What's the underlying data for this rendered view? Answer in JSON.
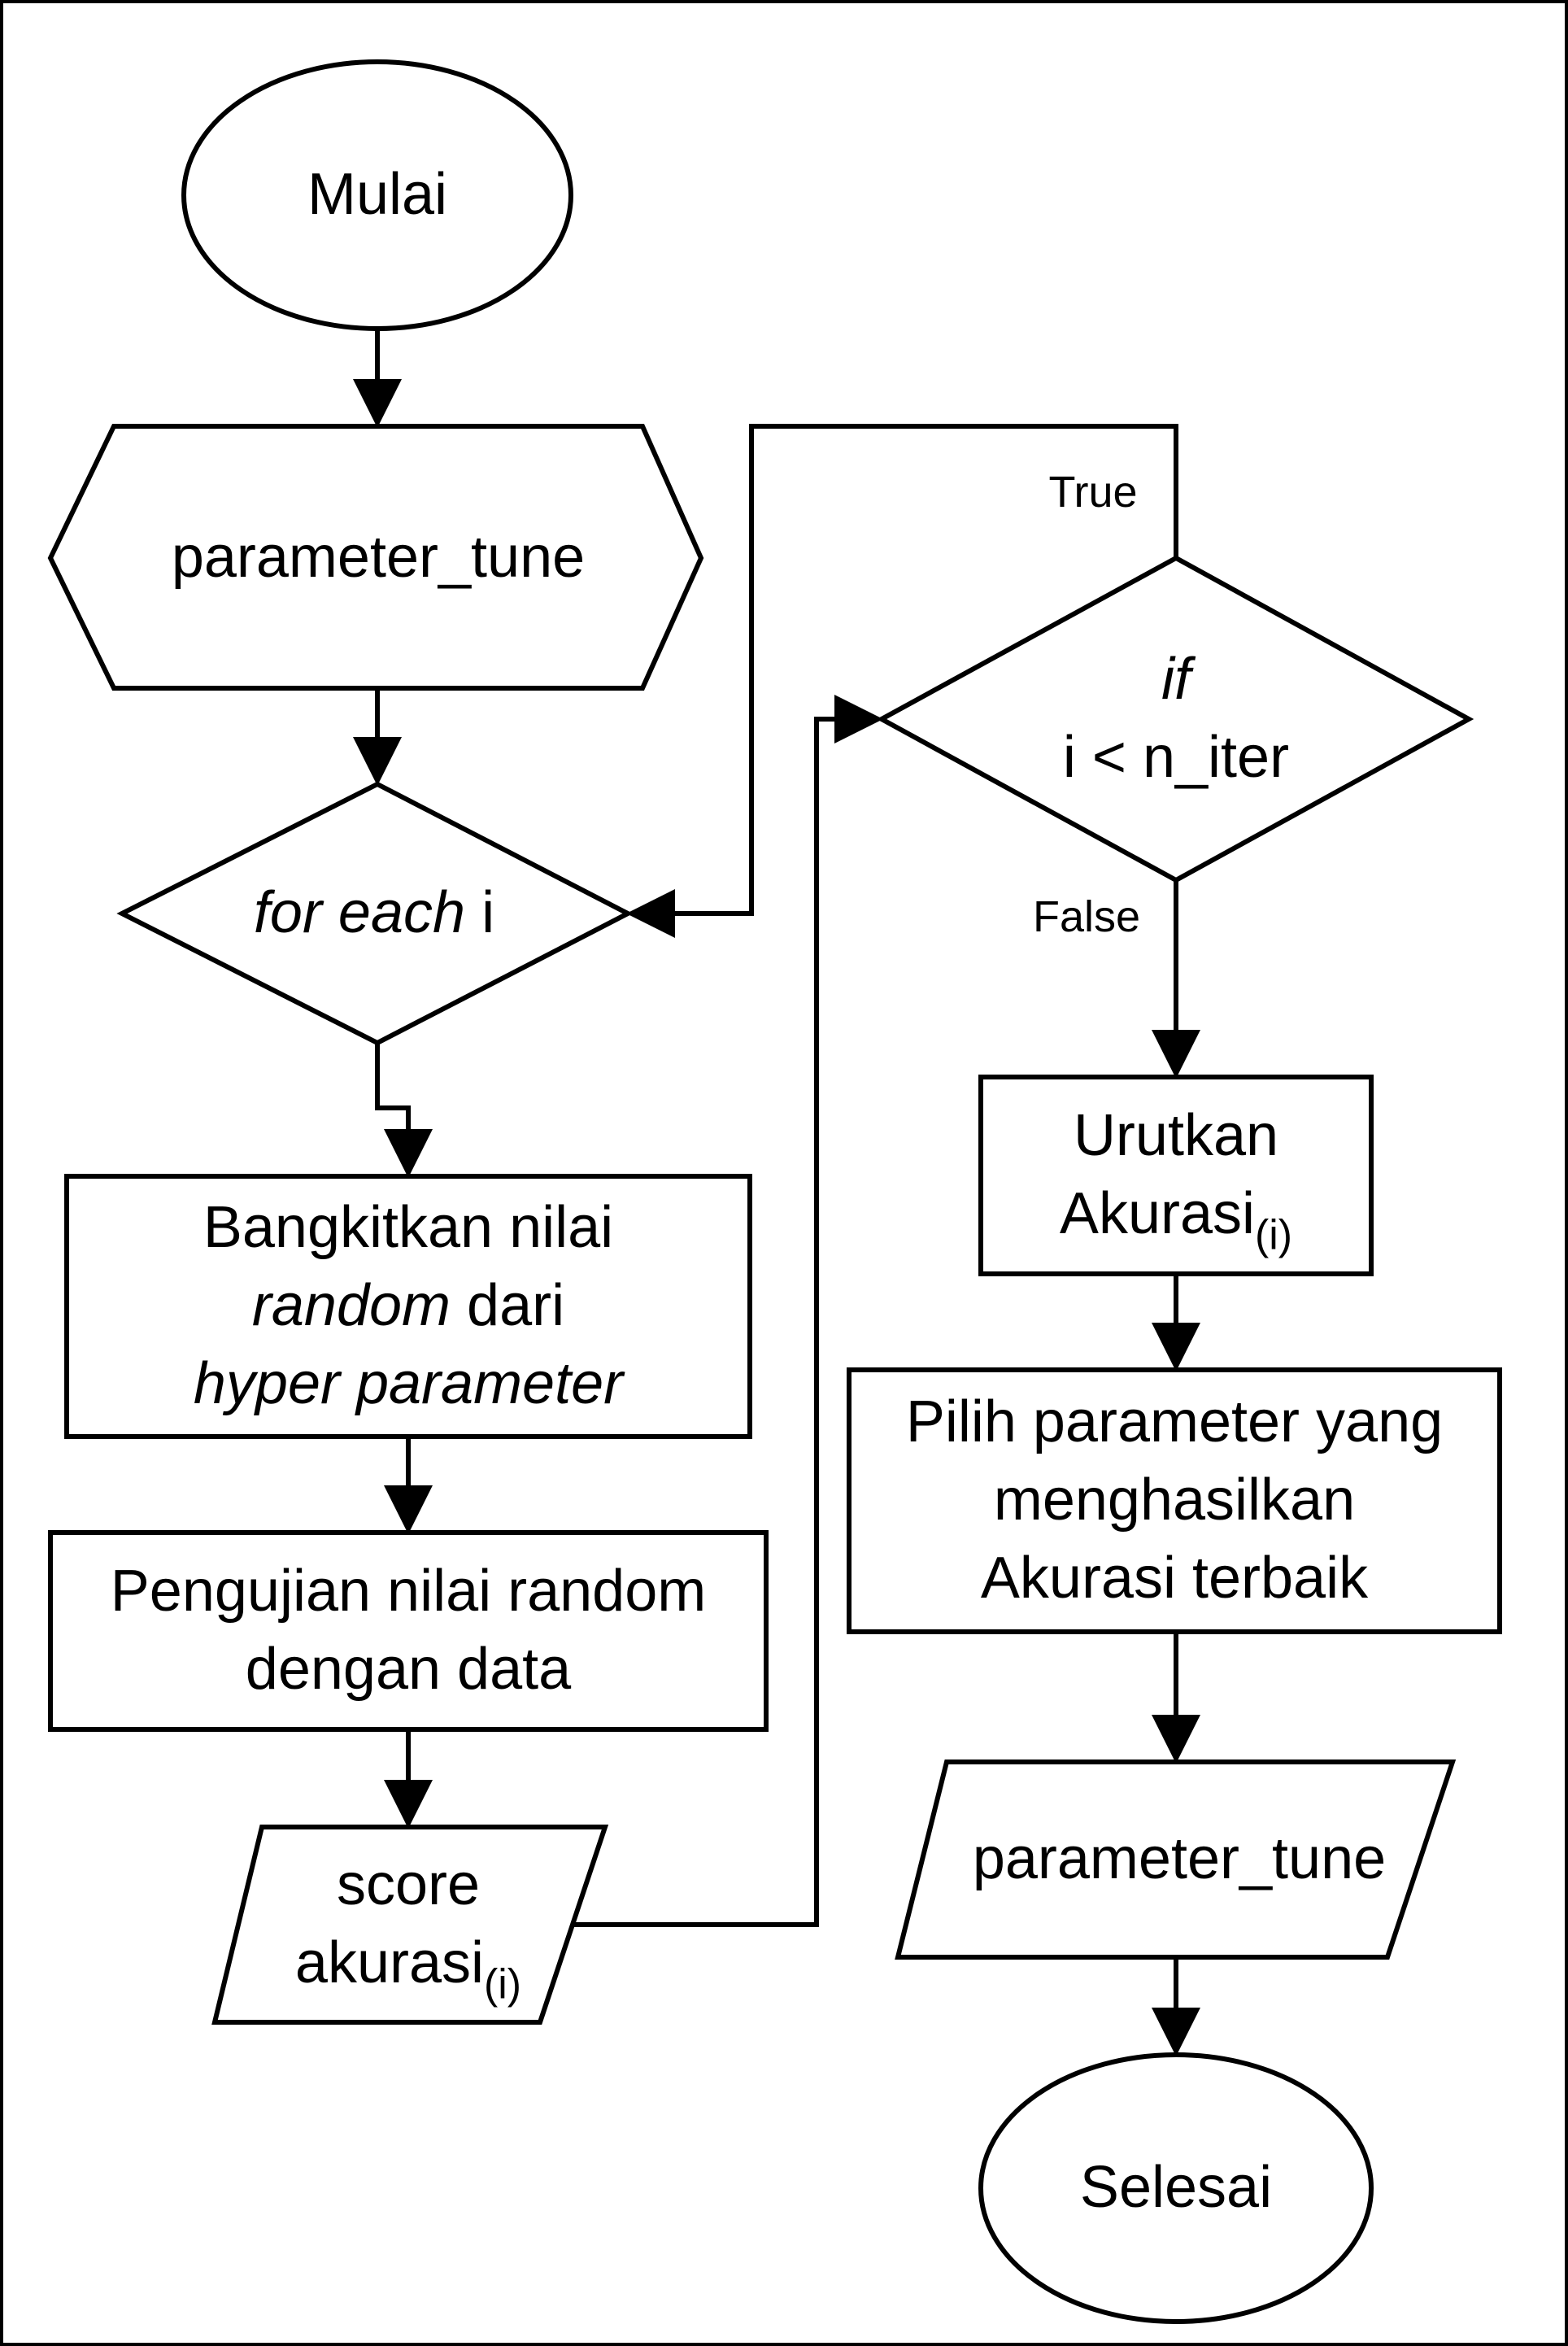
{
  "diagram": {
    "start": "Mulai",
    "input_param": "parameter_tune",
    "loop": {
      "prefix": "for each",
      "var": "i"
    },
    "generate": {
      "line1": "Bangkitkan nilai",
      "line2_italic": "random",
      "line2_rest": "dari",
      "line3_italic": "hyper parameter"
    },
    "test": {
      "line1": "Pengujian nilai random",
      "line2": "dengan data"
    },
    "score": {
      "line1": "score",
      "line2": "akurasi",
      "sub": "(i)"
    },
    "decision": {
      "line1": "if",
      "line2": "i < n_iter"
    },
    "edge_true": "True",
    "edge_false": "False",
    "sort": {
      "line1": "Urutkan",
      "line2": "Akurasi",
      "sub": "(i)"
    },
    "select": {
      "line1": "Pilih parameter yang",
      "line2": "menghasilkan",
      "line3": "Akurasi terbaik"
    },
    "output_param": "parameter_tune",
    "end": "Selesai"
  },
  "colors": {
    "stroke": "#000000",
    "fill": "#ffffff",
    "text": "#000000"
  }
}
